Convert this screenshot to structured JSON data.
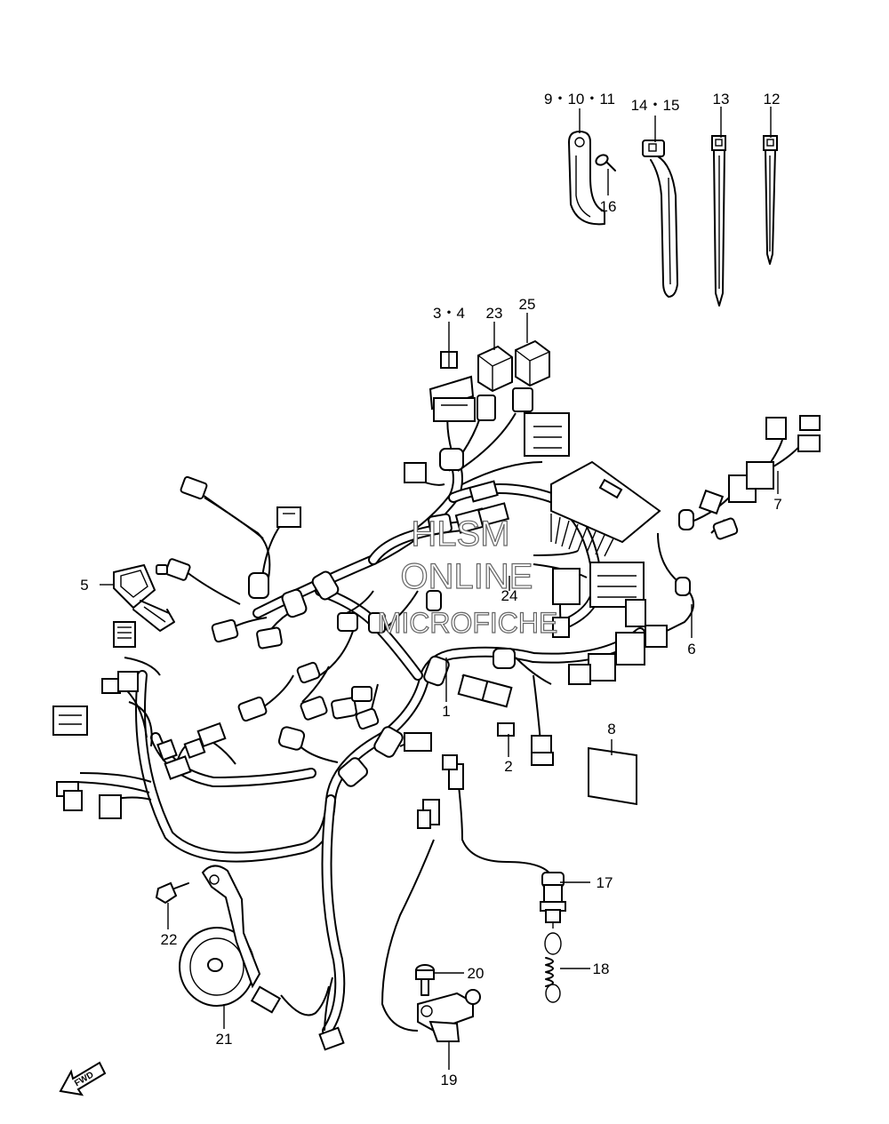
{
  "callouts": {
    "c1": "1",
    "c2": "2",
    "c34": "3・4",
    "c5": "5",
    "c6": "6",
    "c7": "7",
    "c8": "8",
    "c91011": "9・10・11",
    "c12": "12",
    "c13": "13",
    "c1415": "14・15",
    "c16": "16",
    "c17": "17",
    "c18": "18",
    "c19": "19",
    "c20": "20",
    "c21": "21",
    "c22": "22",
    "c23": "23",
    "c24": "24",
    "c25": "25"
  },
  "watermark": {
    "line1": "HLSM",
    "line2": "ONLINE",
    "line3": "MICROFICHE"
  },
  "fwd_label": "FWD"
}
